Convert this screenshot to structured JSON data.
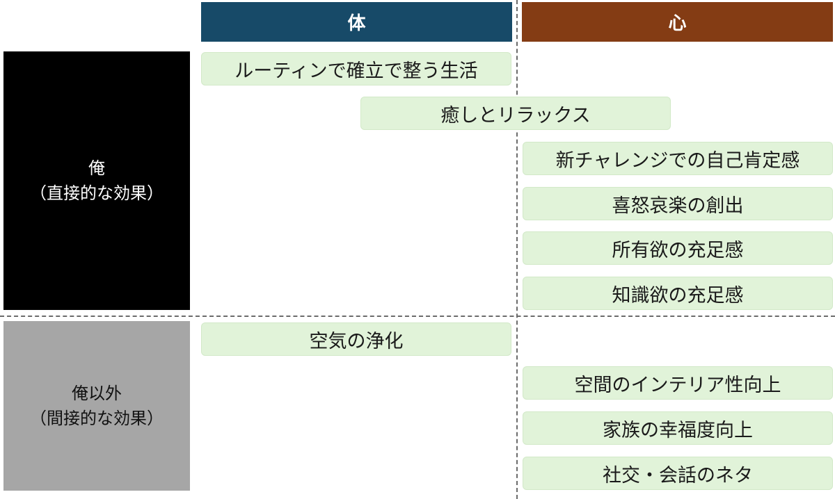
{
  "columns": {
    "body": "体",
    "mind": "心"
  },
  "rows": {
    "self": {
      "line1": "俺",
      "line2": "（直接的な効果）"
    },
    "other": {
      "line1": "俺以外",
      "line2": "（間接的な効果）"
    }
  },
  "items": {
    "routine": "ルーティンで確立で整う生活",
    "healing": "癒しとリラックス",
    "challenge": "新チャレンジでの自己肯定感",
    "emotions": "喜怒哀楽の創出",
    "possession": "所有欲の充足感",
    "knowledge": "知識欲の充足感",
    "air": "空気の浄化",
    "interior": "空間のインテリア性向上",
    "family": "家族の幸福度向上",
    "social": "社交・会話のネタ"
  },
  "colors": {
    "body_header": "#174a68",
    "mind_header": "#843c14",
    "self_row": "#000000",
    "other_row": "#a6a6a6",
    "item_fill": "#e1f3d9"
  }
}
